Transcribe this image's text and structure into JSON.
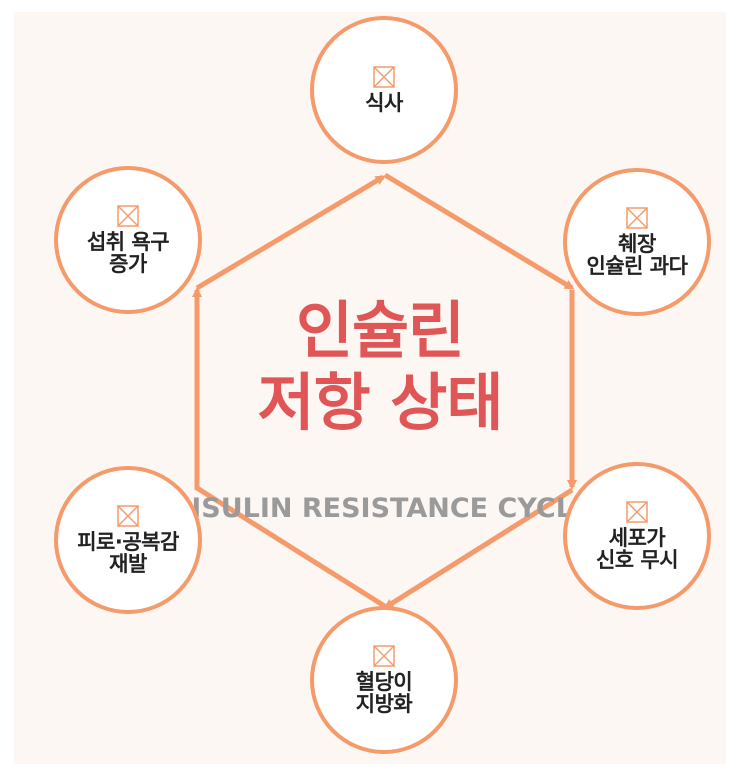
{
  "center": {
    "title": "인슐린\n저항 상태",
    "subtitle": "INSULIN RESISTANCE CYCLE"
  },
  "nodes": [
    {
      "label": "식사",
      "icon": "broken-image-icon"
    },
    {
      "label": "췌장\n인슐린 과다",
      "icon": "broken-image-icon"
    },
    {
      "label": "세포가\n신호 무시",
      "icon": "broken-image-icon"
    },
    {
      "label": "혈당이\n지방화",
      "icon": "broken-image-icon"
    },
    {
      "label": "피로·공복감\n재발",
      "icon": "broken-image-icon"
    },
    {
      "label": "섭취 욕구\n증가",
      "icon": "broken-image-icon"
    }
  ],
  "colors": {
    "accent": "#f59a6a",
    "title": "#e05656",
    "subtitle": "#9a9a9a",
    "background": "#fdf7f3"
  }
}
